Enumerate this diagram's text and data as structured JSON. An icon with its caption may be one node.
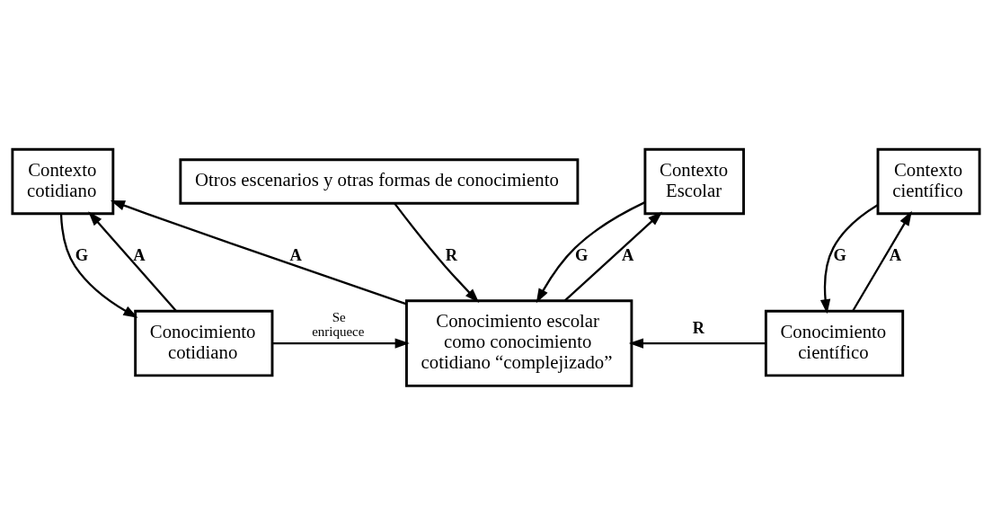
{
  "diagram": {
    "nodes": [
      {
        "text": [
          "Contexto cotidiano"
        ]
      },
      {
        "text": [
          "Contexto Escolar"
        ]
      },
      {
        "text": [
          "Contexto científico"
        ]
      },
      {
        "text": [
          "Conocimiento cotidiano"
        ]
      },
      {
        "text": [
          "Conocimiento escolar como conocimiento cotidiano “complejizado”"
        ]
      },
      {
        "text": [
          "Conocimiento científico"
        ]
      },
      {
        "text": [
          "Otros escenarios y otras formas de conocimiento"
        ]
      }
    ],
    "edges": [
      {
        "from": 0,
        "to": 3,
        "arrow": "to",
        "label": "G"
      },
      {
        "from": 3,
        "to": 0,
        "arrow": "to",
        "label": "A"
      },
      {
        "from": 4,
        "to": 0,
        "arrow": "to",
        "label": "A"
      },
      {
        "from": 1,
        "to": 4,
        "arrow": "to",
        "label": "G"
      },
      {
        "from": 4,
        "to": 1,
        "arrow": "to",
        "label": "A"
      },
      {
        "from": 2,
        "to": 5,
        "arrow": "to",
        "label": "G"
      },
      {
        "from": 5,
        "to": 2,
        "arrow": "to",
        "label": "A"
      },
      {
        "from": 3,
        "to": 4,
        "arrow": "to",
        "label": "Se enriquece"
      },
      {
        "from": 5,
        "to": 4,
        "arrow": "to",
        "label": "R"
      },
      {
        "from": 6,
        "to": 4,
        "arrow": "to",
        "label": "R"
      }
    ]
  }
}
